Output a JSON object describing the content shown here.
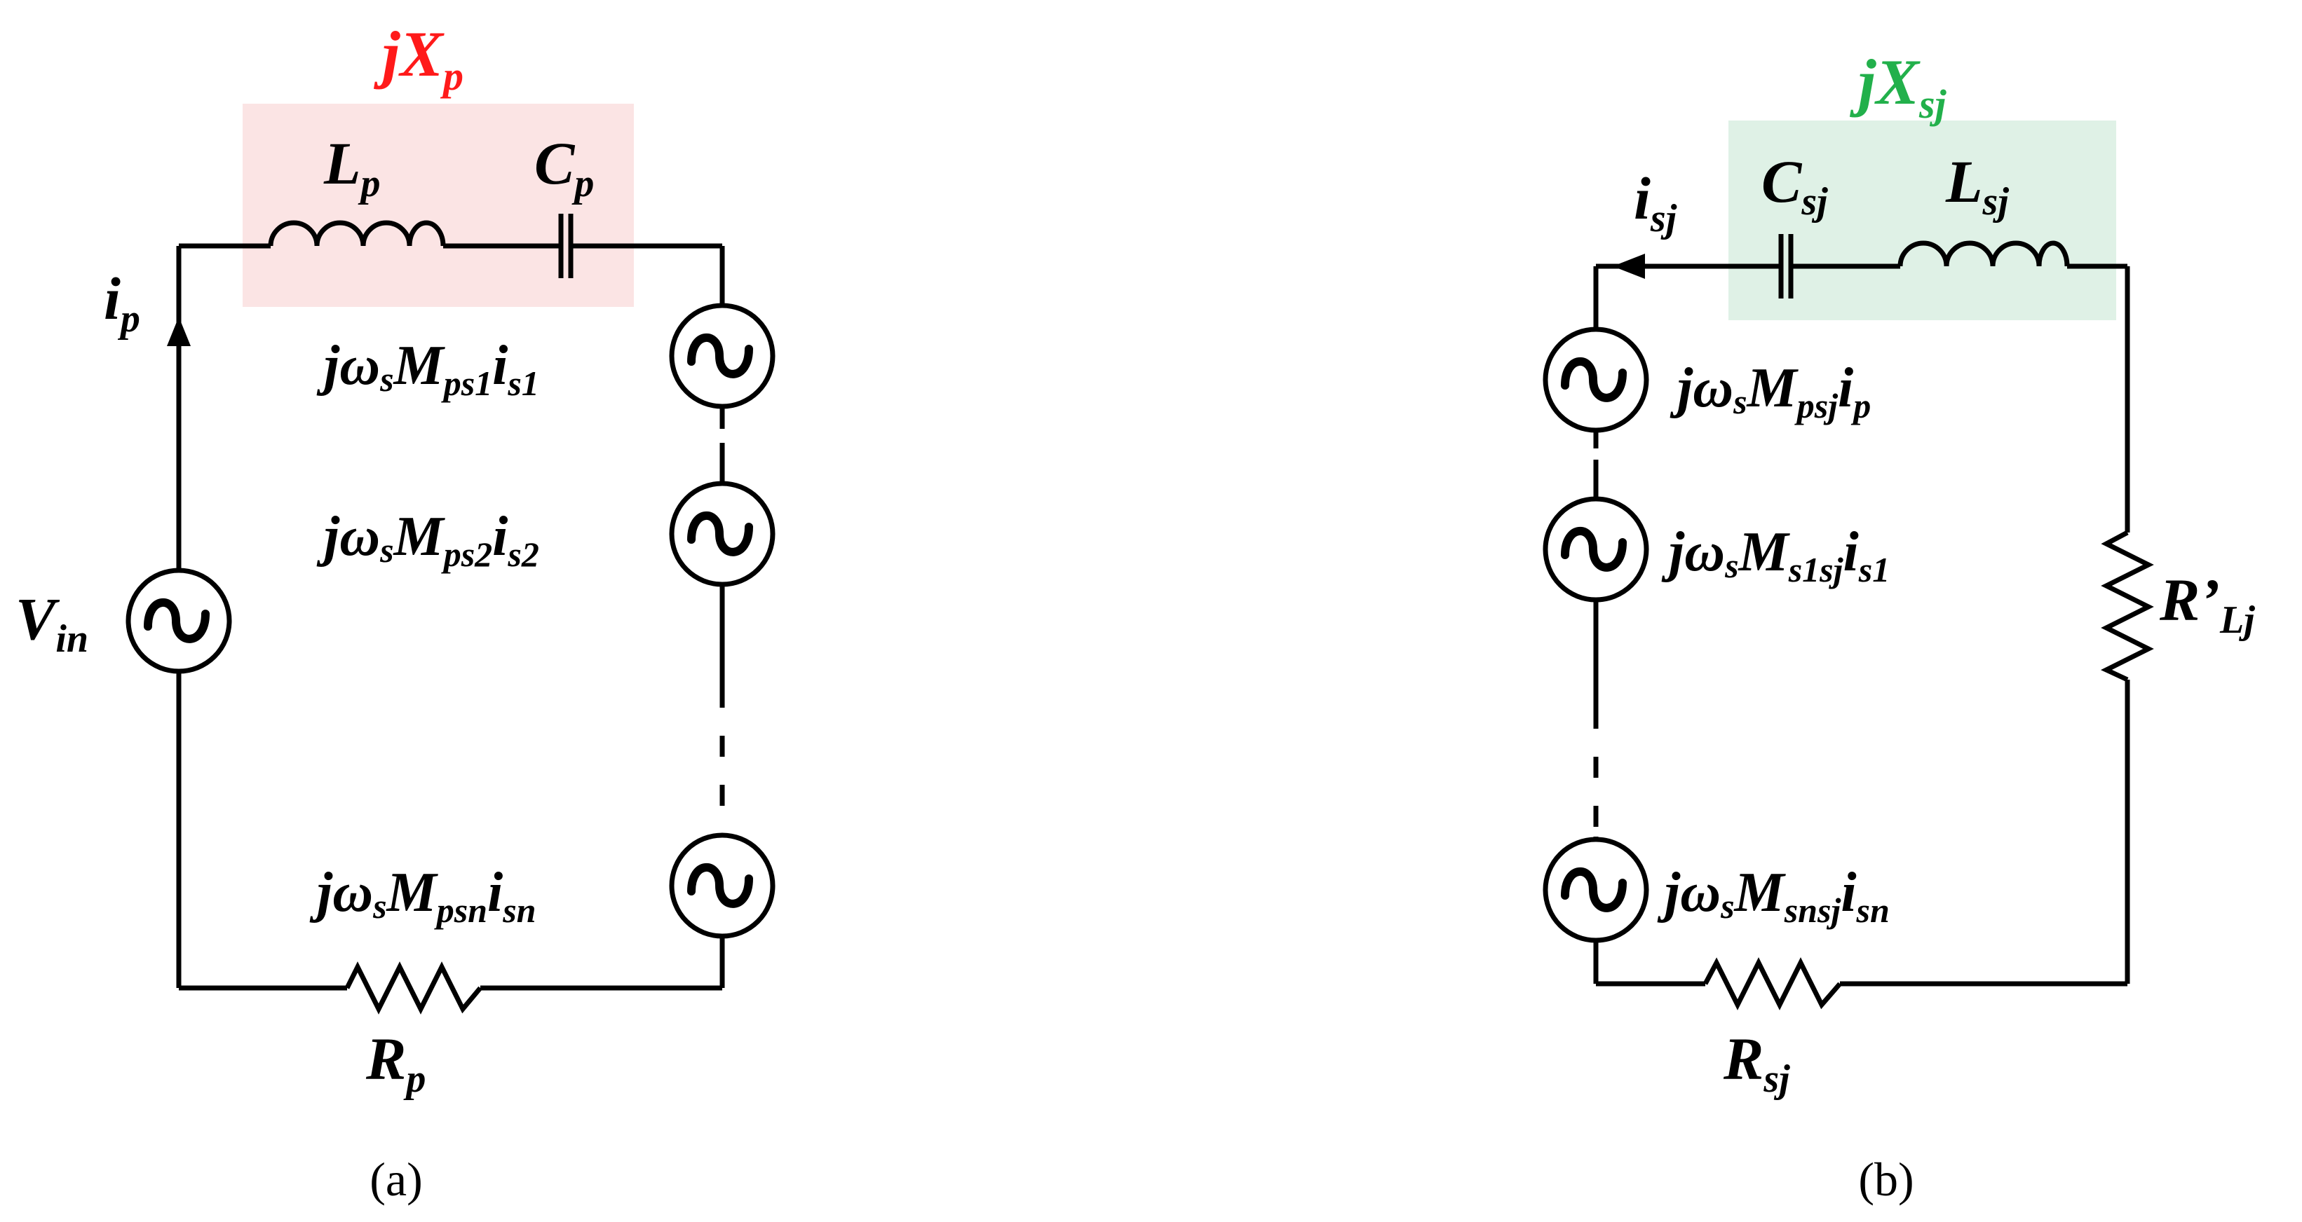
{
  "colors": {
    "wire": "#000000",
    "primary_accent": "#ff1a1a",
    "primary_box": "#fbe4e4",
    "secondary_accent": "#22b04b",
    "secondary_box": "#dff1e6"
  },
  "panel_a": {
    "caption": "(a)",
    "reactance": {
      "base": "jX",
      "sub": "p"
    },
    "inductor": {
      "base": "L",
      "sub": "p"
    },
    "capacitor": {
      "base": "C",
      "sub": "p"
    },
    "current": {
      "base": "i",
      "sub": "p"
    },
    "source": {
      "base": "V",
      "sub": "in"
    },
    "resistor": {
      "base": "R",
      "sub": "p"
    },
    "induced_sources": [
      {
        "pre": "jω",
        "s": "s",
        "m": "M",
        "msub": "ps1",
        "i": "i",
        "isub": "s1"
      },
      {
        "pre": "jω",
        "s": "s",
        "m": "M",
        "msub": "ps2",
        "i": "i",
        "isub": "s2"
      },
      {
        "pre": "jω",
        "s": "s",
        "m": "M",
        "msub": "psn",
        "i": "i",
        "isub": "sn"
      }
    ]
  },
  "panel_b": {
    "caption": "(b)",
    "reactance": {
      "base": "jX",
      "sub": "sj"
    },
    "capacitor": {
      "base": "C",
      "sub": "sj"
    },
    "inductor": {
      "base": "L",
      "sub": "sj"
    },
    "current": {
      "base": "i",
      "sub": "sj"
    },
    "resistor": {
      "base": "R",
      "sub": "sj"
    },
    "load": {
      "base": "R’",
      "sub": "Lj"
    },
    "induced_sources": [
      {
        "pre": "jω",
        "s": "s",
        "m": "M",
        "msub": "psj",
        "i": "i",
        "isub": "p"
      },
      {
        "pre": "jω",
        "s": "s",
        "m": "M",
        "msub": "s1sj",
        "i": "i",
        "isub": "s1"
      },
      {
        "pre": "jω",
        "s": "s",
        "m": "M",
        "msub": "snsj",
        "i": "i",
        "isub": "sn"
      }
    ]
  }
}
